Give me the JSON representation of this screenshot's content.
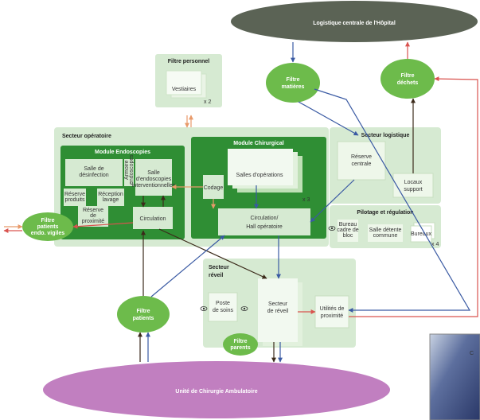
{
  "title_ellipse": "Logistique centrale de l'Hôpital",
  "bottom_ellipse": "Unité de Chirurgie Ambulatoire",
  "filters": {
    "personnel": "Filtre personnel",
    "vestiaires": "Vestiaires",
    "vestiaires_mult": "x 2",
    "matieres_1": "Filtre",
    "matieres_2": "matières",
    "dechets_1": "Filtre",
    "dechets_2": "déchets",
    "patients_1": "Filtre",
    "patients_2": "patients",
    "endo_1": "Filtre",
    "endo_2": "patients",
    "endo_3": "endo. vigiles",
    "parents_1": "Filtre",
    "parents_2": "parents"
  },
  "secteur_operatoire": "Secteur opératoire",
  "endoscopies": {
    "title": "Module Endoscopies",
    "salle_desinfection_1": "Salle de",
    "salle_desinfection_2": "désinfection",
    "armoire_1": "Armoire",
    "armoire_2": "endoscopes",
    "salle_endo_1": "Salle",
    "salle_endo_2": "d'endoscopies",
    "salle_endo_3": "interventionnelles",
    "reserve_produits_1": "Réserve",
    "reserve_produits_2": "produits",
    "reception_1": "Réception",
    "reception_2": "lavage",
    "reserve_prox_1": "Réserve",
    "reserve_prox_2": "de",
    "reserve_prox_3": "proximité",
    "circulation": "Circulation"
  },
  "chirurgical": {
    "title": "Module Chirurgical",
    "salles": "Salles d'opérations",
    "mult": "x 3",
    "codage": "Codage",
    "hall_1": "Circulation/",
    "hall_2": "Hall opératoire"
  },
  "logistique": {
    "title": "Secteur logistique",
    "reserve_1": "Réserve",
    "reserve_2": "centrale",
    "locaux_1": "Locaux",
    "locaux_2": "support"
  },
  "pilotage": {
    "title": "Pilotage et régulation",
    "bureau_cadre_1": "Bureau",
    "bureau_cadre_2": "cadre de",
    "bureau_cadre_3": "bloc",
    "salle_detente_1": "Salle détente",
    "salle_detente_2": "commune",
    "bureaux": "Bureaux",
    "bureaux_mult": "x 4"
  },
  "reveil": {
    "title_1": "Secteur",
    "title_2": "réveil",
    "poste_1": "Poste",
    "poste_2": "de soins",
    "secteur_1": "Secteur",
    "secteur_2": "de réveil",
    "utilites_1": "Utilités de",
    "utilites_2": "proximité"
  },
  "corner_text": "C",
  "colors": {
    "dark_ellipse": "#5b6355",
    "green": "#6dbb4b",
    "sector_bg": "#d6ead2",
    "module_green": "#2f8e34",
    "purple": "#c17fc0",
    "blue_arrow": "#3a5aa3",
    "red_arrow": "#d9534f",
    "orange_arrow": "#e89a6a",
    "dark_arrow": "#3b2a1a"
  }
}
